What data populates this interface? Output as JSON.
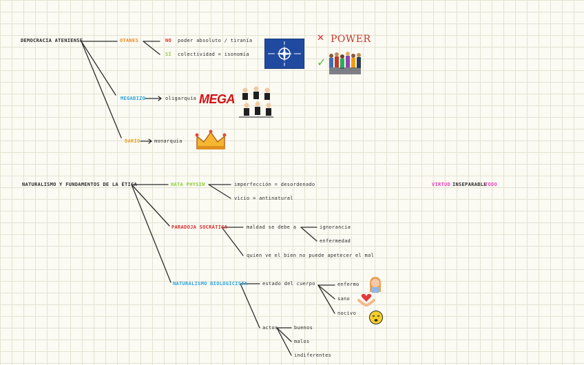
{
  "section1": {
    "root": "DEMOCRACIA ATENIENSE",
    "branch_otanes": "OTANES",
    "otanes_no_key": "NO",
    "otanes_no_text": "poder absoluto / tiranía",
    "otanes_si_key": "SÍ",
    "otanes_si_text": "colectividad = isonomía",
    "power_word": "POWER",
    "cross_mark": "✕",
    "check_mark": "✓",
    "branch_megabizo": "MEGABIZO",
    "megabizo_text": "oligarquía",
    "mega_logo": "MEGA",
    "branch_dario": "DARÍO",
    "dario_text": "monarquía"
  },
  "section2": {
    "root": "NATURALISMO Y FUNDAMENTOS DE LA ÉTICA",
    "branch_hata": "HATA PHYSIN",
    "hata_1": "imperfección = desordenado",
    "hata_2": "vicio = antinatural",
    "side_note_1": "VIRTUD",
    "side_note_2": "INSEPARABLE",
    "side_note_3": "TODO",
    "branch_paradoja": "PARADOJA SOCRÁTICA",
    "paradoja_1": "maldad se debe a",
    "paradoja_1a": "ignorancia",
    "paradoja_1b": "enfermedad",
    "paradoja_2": "quien ve el bien no puede apetecer el mal",
    "branch_natbio": "NATURALISMO BIOLOGICISTA",
    "natbio_1": "estado del cuerpo",
    "natbio_1a": "enfermo",
    "natbio_1b": "sano",
    "natbio_1c": "nocivo",
    "natbio_2": "actos",
    "natbio_2a": "buenos",
    "natbio_2b": "malos",
    "natbio_2c": "indiferentes"
  },
  "colors": {
    "ink": "#2b2b2b",
    "orange": "#f08a24",
    "red": "#e8262a",
    "green": "#8fce3b",
    "blue": "#2aa3e0",
    "crimson": "#d92b2b",
    "magenta": "#e640b8",
    "yellow": "#e9c41a"
  }
}
